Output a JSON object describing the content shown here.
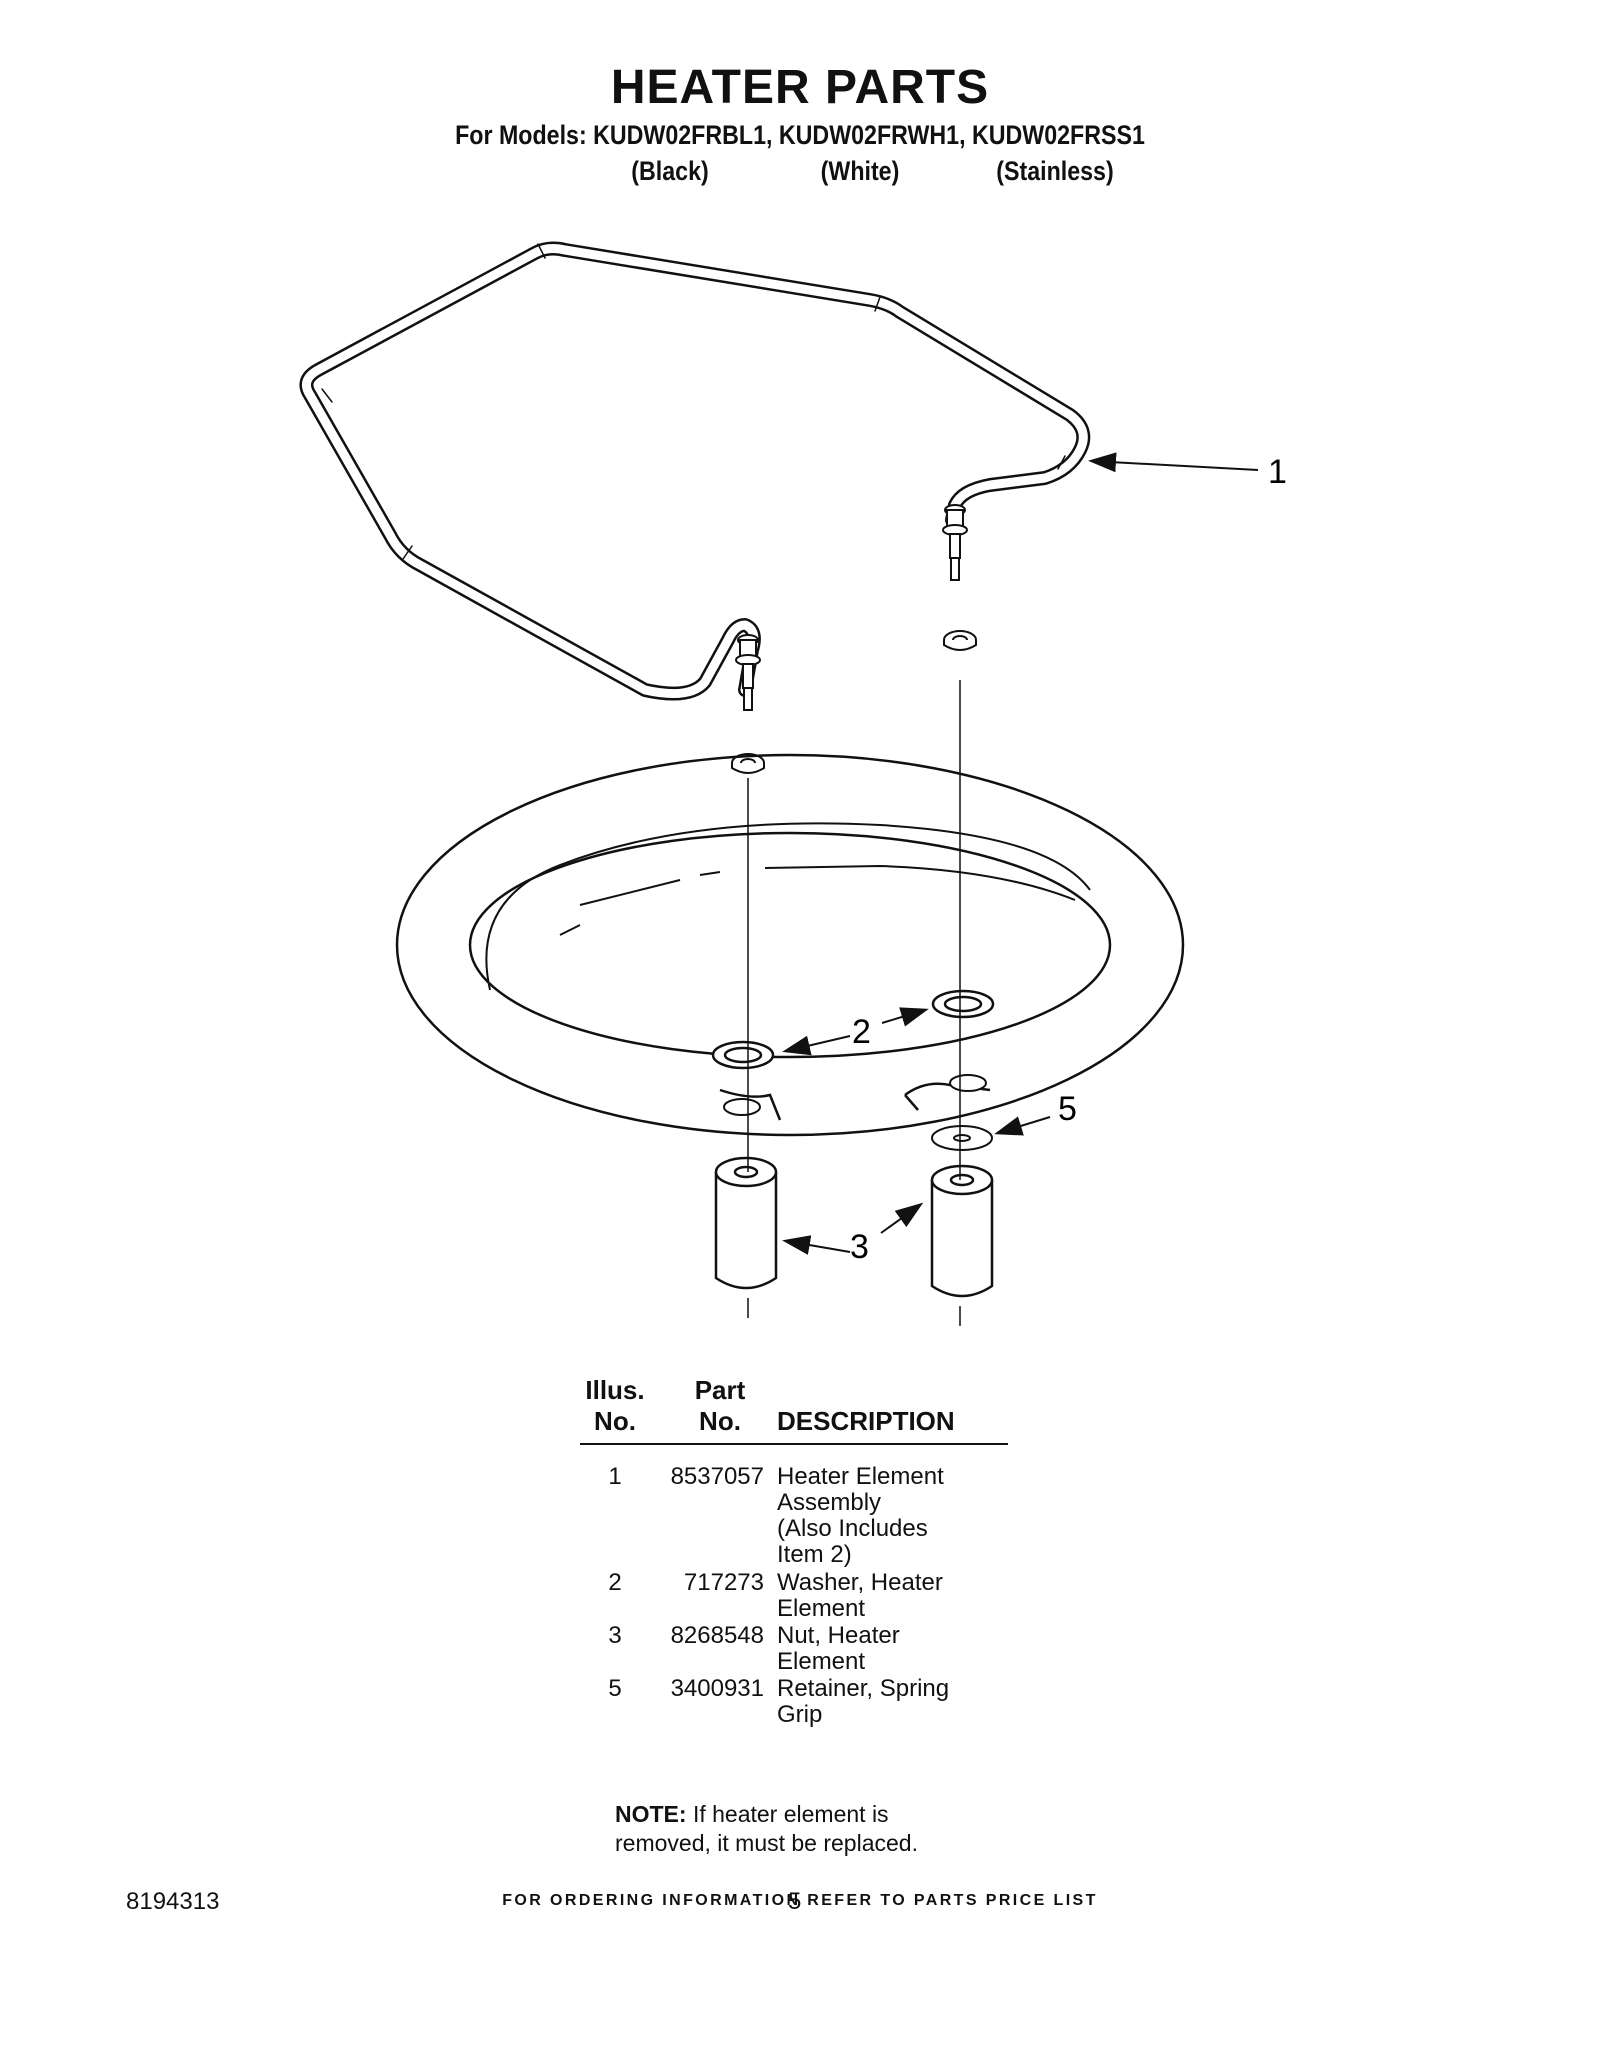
{
  "header": {
    "title": "HEATER PARTS",
    "models_line": "For Models: KUDW02FRBL1, KUDW02FRWH1, KUDW02FRSS1",
    "variants": [
      "(Black)",
      "(White)",
      "(Stainless)"
    ]
  },
  "diagram": {
    "callouts": [
      "1",
      "2",
      "3",
      "5"
    ]
  },
  "table": {
    "headers": {
      "illus_no": [
        "Illus.",
        "No."
      ],
      "part_no": [
        "Part",
        "No."
      ],
      "description": "DESCRIPTION"
    },
    "rows": [
      {
        "illus": "1",
        "part": "8537057",
        "description": [
          "Heater Element",
          "Assembly",
          "(Also Includes",
          "Item 2)"
        ]
      },
      {
        "illus": "2",
        "part": "717273",
        "description": [
          "Washer, Heater",
          "Element"
        ]
      },
      {
        "illus": "3",
        "part": "8268548",
        "description": [
          "Nut, Heater",
          "Element"
        ]
      },
      {
        "illus": "5",
        "part": "3400931",
        "description": [
          "Retainer, Spring",
          "Grip"
        ]
      }
    ]
  },
  "note": {
    "label": "NOTE:",
    "text_line1": " If heater element is",
    "text_line2": "removed, it must be replaced."
  },
  "footer": {
    "ordering": "FOR ORDERING INFORMATION REFER TO PARTS PRICE LIST",
    "doc_number": "8194313",
    "page_number": "5"
  }
}
